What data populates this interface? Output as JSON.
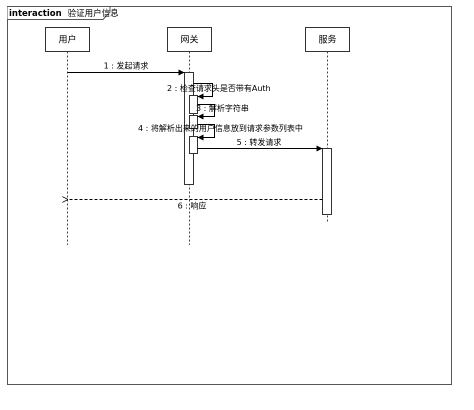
{
  "frame": {
    "keyword": "interaction",
    "name": "验证用户信息"
  },
  "lifelines": [
    {
      "id": "user",
      "label": "用户"
    },
    {
      "id": "gateway",
      "label": "网关"
    },
    {
      "id": "service",
      "label": "服务"
    }
  ],
  "messages": [
    {
      "label": "1 : 发起请求"
    },
    {
      "label": "2 : 检查请求头是否带有Auth"
    },
    {
      "label": "3 : 解析字符串"
    },
    {
      "label": "4 : 将解析出来的用户信息放到请求参数列表中"
    },
    {
      "label": "5 : 转发请求"
    },
    {
      "label": "6 : 响应"
    }
  ]
}
